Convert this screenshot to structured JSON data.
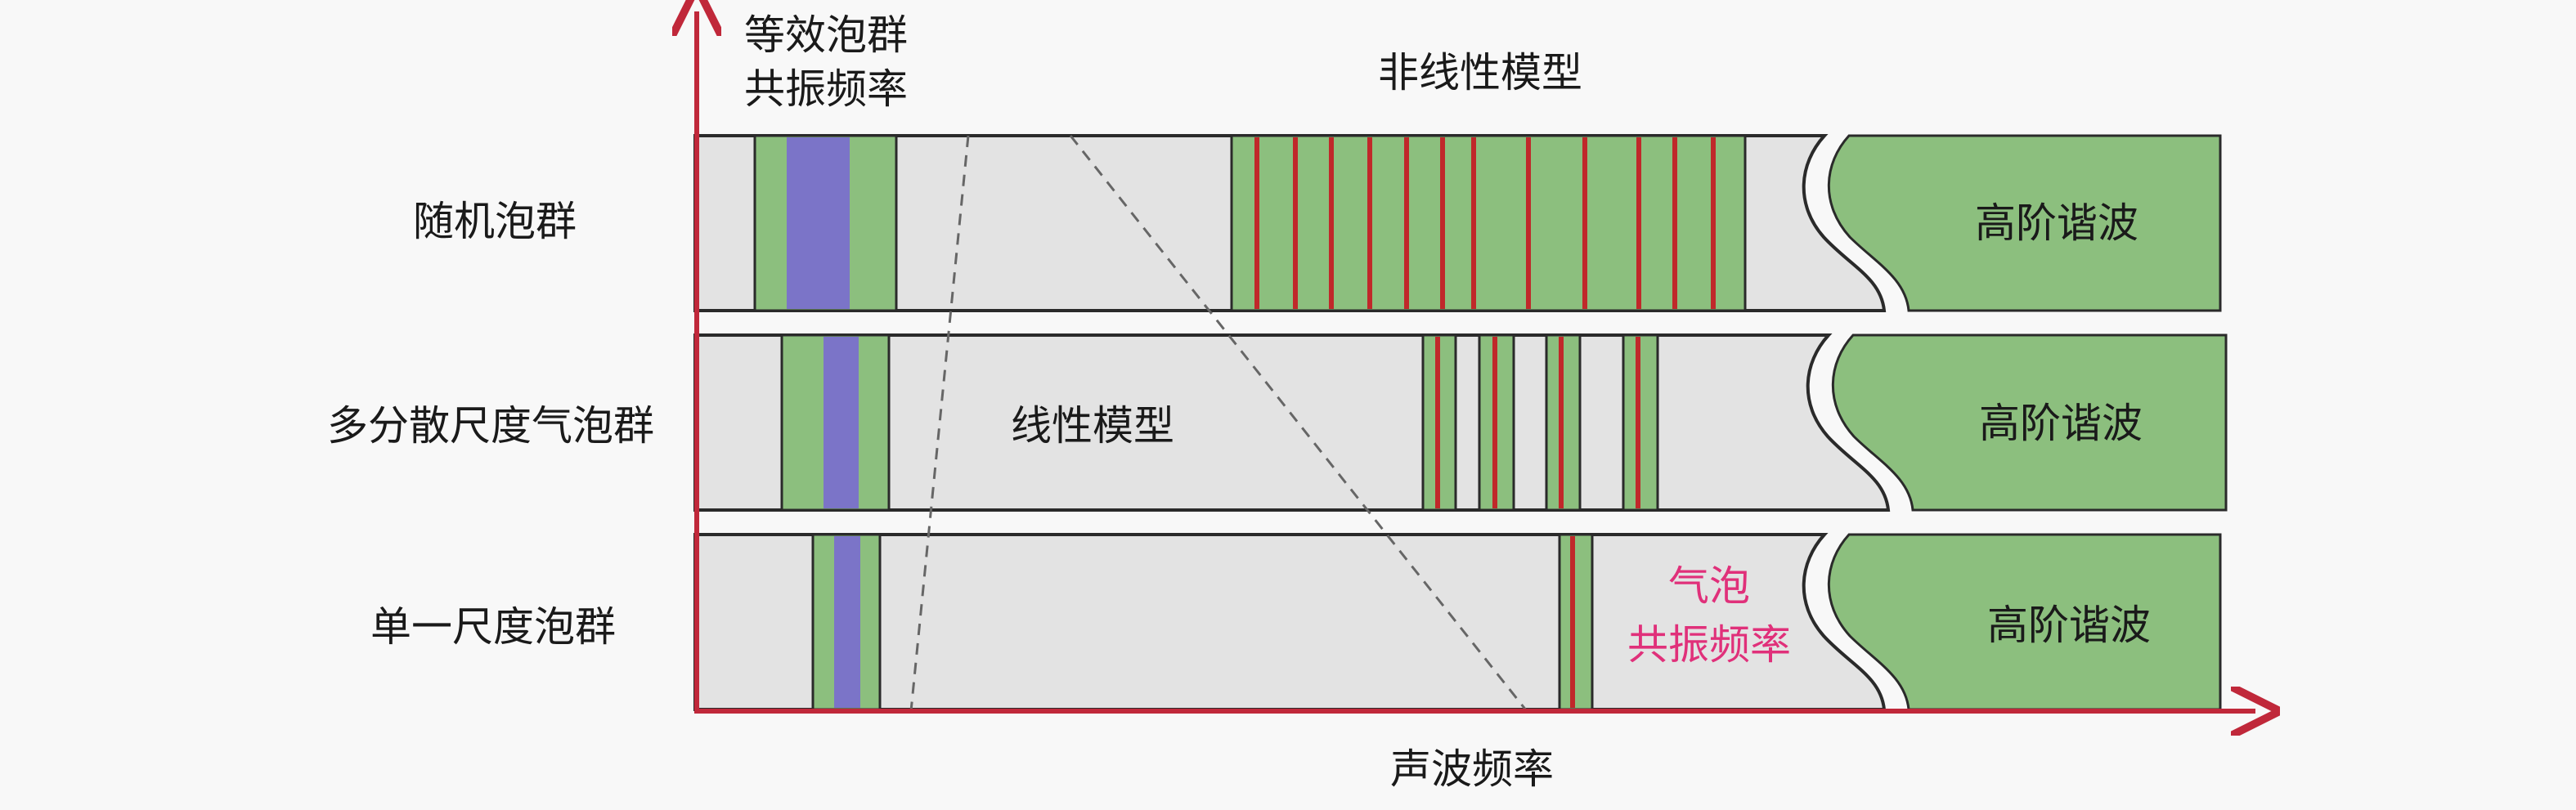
{
  "axes": {
    "x_label": "声波频率",
    "colors": {
      "axis": "#c0283a",
      "green": "#8cbf7e",
      "purple": "#7b74c8",
      "red_line": "#c0282a",
      "gray": "#e3e3e3",
      "pink_text": "#e0307a"
    }
  },
  "top_labels": {
    "equivalent_resonance_line1": "等效泡群",
    "equivalent_resonance_line2": "共振频率",
    "nonlinear_model": "非线性模型"
  },
  "rows": [
    {
      "label": "随机泡群",
      "harmonics": "高阶谐波"
    },
    {
      "label": "多分散尺度气泡群",
      "harmonics": "高阶谐波",
      "region_label": "线性模型"
    },
    {
      "label": "单一尺度泡群",
      "harmonics": "高阶谐波",
      "bubble_resonance_line1": "气泡",
      "bubble_resonance_line2": "共振频率"
    }
  ]
}
